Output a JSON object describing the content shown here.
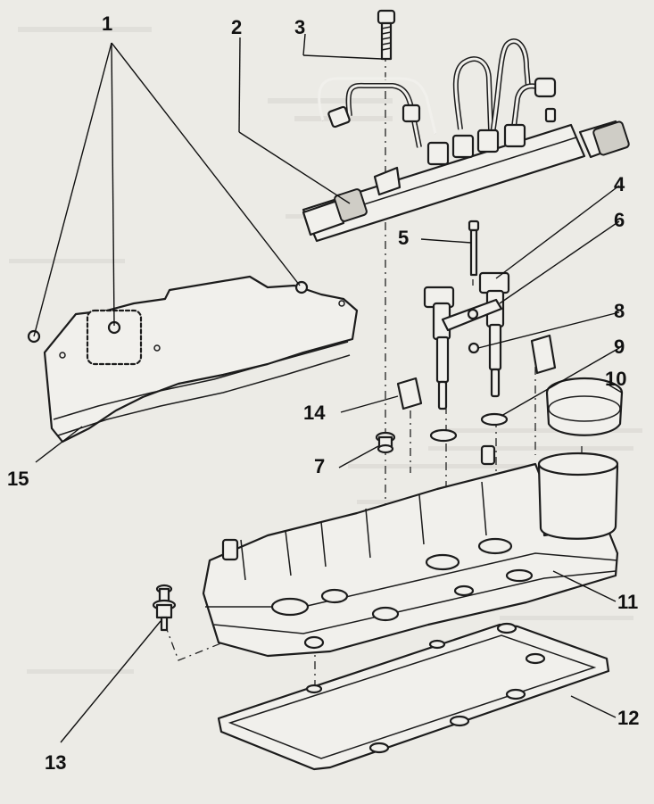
{
  "diagram": {
    "callouts": [
      {
        "id": "c1",
        "label": "1"
      },
      {
        "id": "c2",
        "label": "2"
      },
      {
        "id": "c3",
        "label": "3"
      },
      {
        "id": "c4",
        "label": "4"
      },
      {
        "id": "c5",
        "label": "5"
      },
      {
        "id": "c6",
        "label": "6"
      },
      {
        "id": "c7",
        "label": "7"
      },
      {
        "id": "c8",
        "label": "8"
      },
      {
        "id": "c9",
        "label": "9"
      },
      {
        "id": "c10",
        "label": "10"
      },
      {
        "id": "c11",
        "label": "11"
      },
      {
        "id": "c12",
        "label": "12"
      },
      {
        "id": "c13",
        "label": "13"
      },
      {
        "id": "c14",
        "label": "14"
      },
      {
        "id": "c15",
        "label": "15"
      }
    ]
  },
  "colors": {
    "paper": "#ecebe6",
    "ink": "#1c1c1c"
  }
}
